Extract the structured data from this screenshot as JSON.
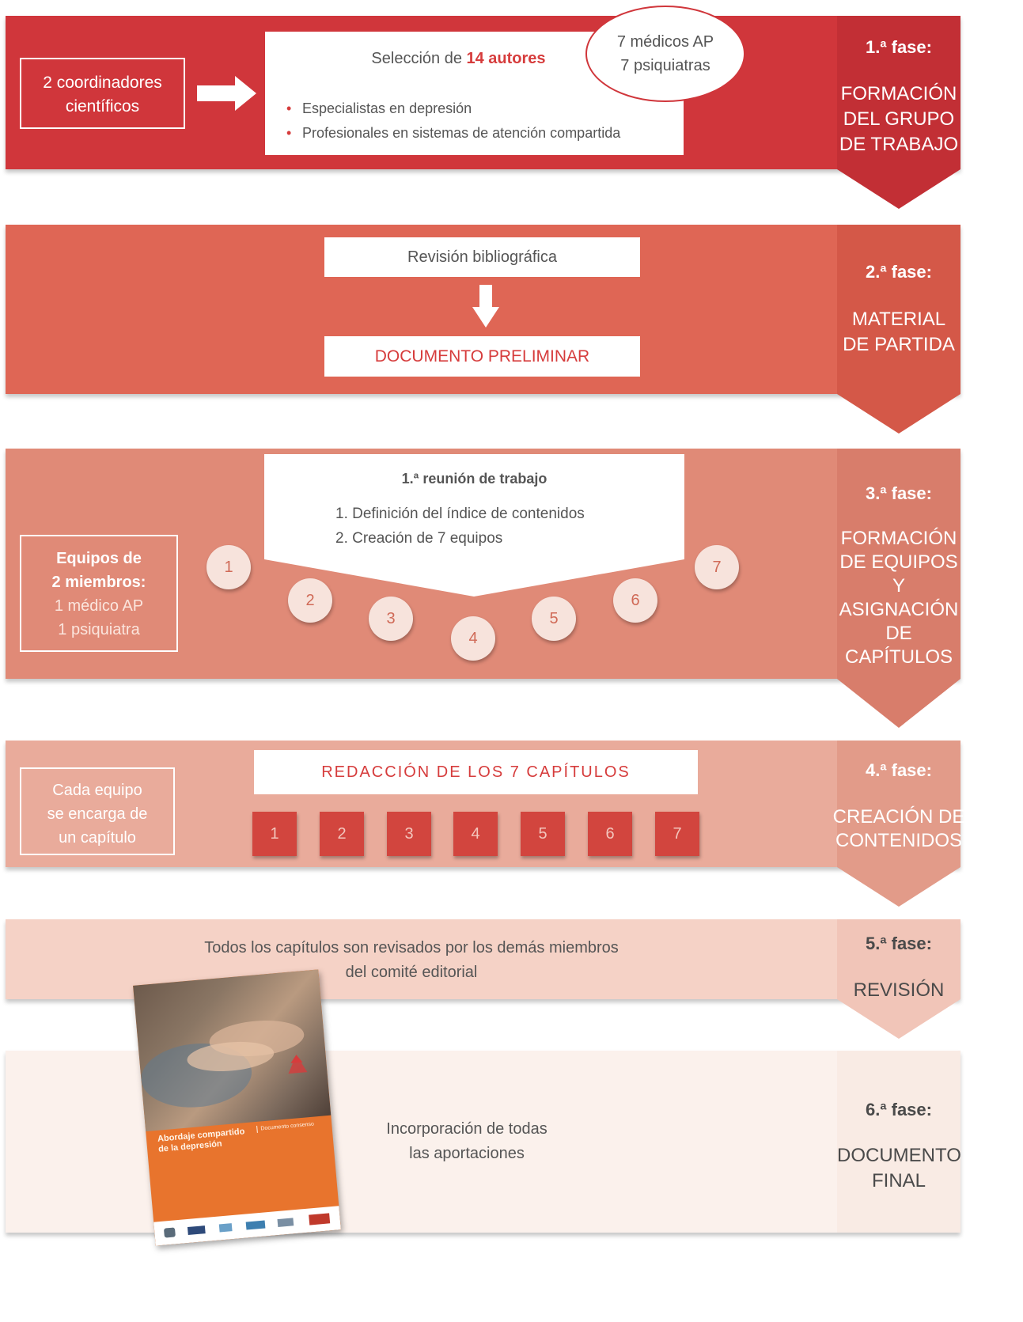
{
  "colors": {
    "phase1": "#d0363b",
    "phase1_col": "#c22f35",
    "phase2": "#df6655",
    "phase2_col": "#d45848",
    "phase3": "#e08a77",
    "phase3_col": "#d87d6b",
    "phase4": "#e9ab9b",
    "phase4_col": "#e29b89",
    "phase5": "#f5d2c6",
    "phase5_col": "#f1c5b8",
    "phase6": "#fbf1ec",
    "phase6_col": "#f9ebe4",
    "accent_red": "#d63c3c"
  },
  "phase1": {
    "coordinators": "2 coordinadores científicos",
    "selection_prefix": "Selección de ",
    "selection_highlight": "14 autores",
    "bullets": [
      "Especialistas en depresión",
      "Profesionales en sistemas de atención compartida"
    ],
    "bubble_line1": "7 médicos AP",
    "bubble_line2": "7 psiquiatras",
    "phase_title": "1.ª fase:",
    "phase_name": [
      "FORMACIÓN",
      "DEL GRUPO",
      "DE TRABAJO"
    ]
  },
  "phase2": {
    "review": "Revisión bibliográfica",
    "document": "DOCUMENTO PRELIMINAR",
    "phase_title": "2.ª fase:",
    "phase_name": [
      "MATERIAL",
      "DE PARTIDA"
    ]
  },
  "phase3": {
    "teams_bold1": "Equipos de",
    "teams_bold2": "2 miembros:",
    "teams_line3": "1 médico AP",
    "teams_line4": "1 psiquiatra",
    "meeting_title": "1.ª reunión de trabajo",
    "meeting_items": [
      "1. Definición del índice de contenidos",
      "2. Creación de 7 equipos"
    ],
    "circles": [
      "1",
      "2",
      "3",
      "4",
      "5",
      "6",
      "7"
    ],
    "phase_title": "3.ª fase:",
    "phase_name": [
      "FORMACIÓN",
      "DE EQUIPOS",
      "Y",
      "ASIGNACIÓN",
      "DE CAPÍTULOS"
    ]
  },
  "phase4": {
    "each_team": [
      "Cada equipo",
      "se encarga de",
      "un capítulo"
    ],
    "writing_title": "REDACCIÓN DE LOS 7 CAPÍTULOS",
    "chapters": [
      "1",
      "2",
      "3",
      "4",
      "5",
      "6",
      "7"
    ],
    "phase_title": "4.ª fase:",
    "phase_name": [
      "CREACIÓN DE",
      "CONTENIDOS"
    ]
  },
  "phase5": {
    "review_text_line1": "Todos los capítulos son revisados por los demás miembros",
    "review_text_line2": "del comité editorial",
    "phase_title": "5.ª fase:",
    "phase_name": [
      "REVISIÓN"
    ]
  },
  "phase6": {
    "incorporation_line1": "Incorporación de todas",
    "incorporation_line2": "las aportaciones",
    "book_title_line1": "Abordaje compartido",
    "book_title_line2": "de la depresión",
    "book_tag": "Documento consenso",
    "phase_title": "6.ª fase:",
    "phase_name": [
      "DOCUMENTO",
      "FINAL"
    ]
  }
}
